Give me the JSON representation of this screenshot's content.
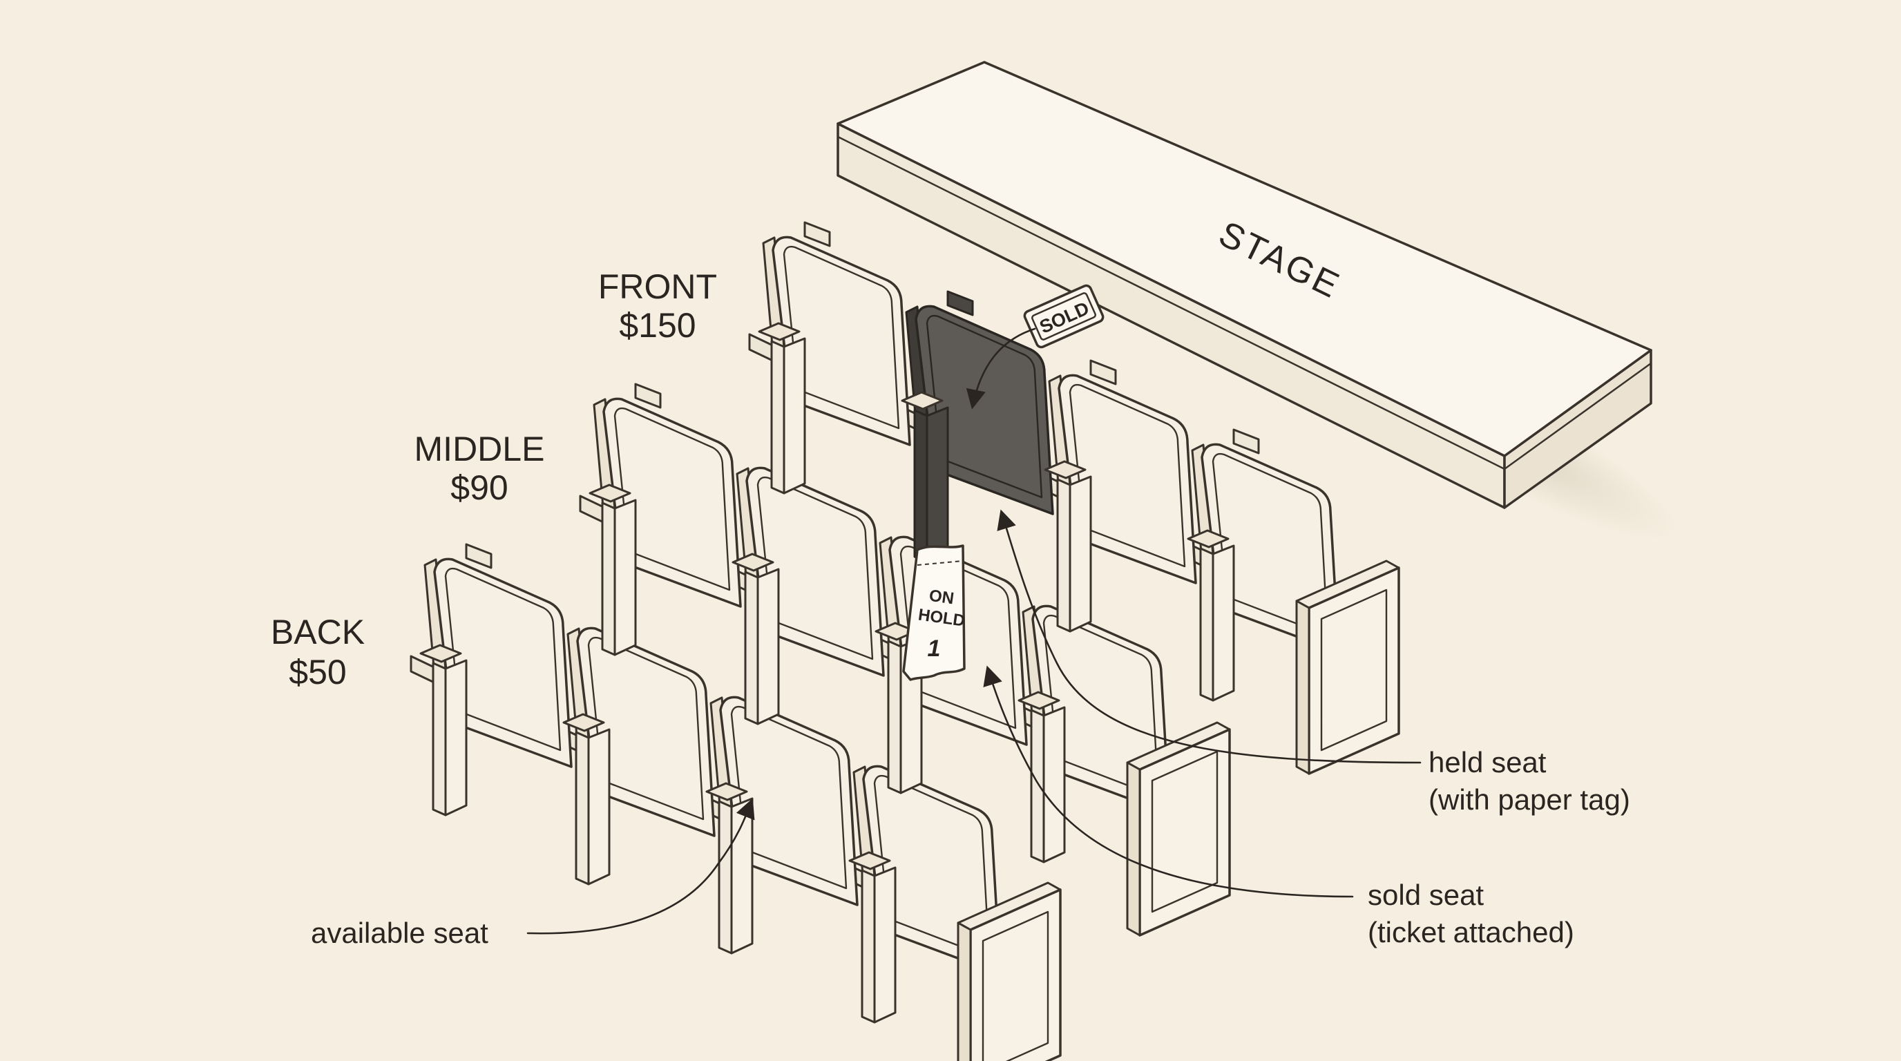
{
  "stage": {
    "label": "STAGE"
  },
  "rows": [
    {
      "id": "front",
      "name": "FRONT",
      "price": "$150"
    },
    {
      "id": "middle",
      "name": "MIDDLE",
      "price": "$90"
    },
    {
      "id": "back",
      "name": "BACK",
      "price": "$50"
    }
  ],
  "tags": {
    "sold": "SOLD",
    "hold_line1": "ON",
    "hold_line2": "HOLD",
    "hold_number": "1"
  },
  "annotations": {
    "held_seat_line1": "held seat",
    "held_seat_line2": "(with paper tag)",
    "sold_seat_line1": "sold seat",
    "sold_seat_line2": "(ticket attached)",
    "available_seat": "available seat"
  },
  "colors": {
    "background": "#f6efe1",
    "seat_fill": "#f6f0e4",
    "seat_sold": "#5e5a55",
    "ink": "#3a332c",
    "stage_top": "#faf6ee",
    "stage_front": "#f0e8d9"
  }
}
